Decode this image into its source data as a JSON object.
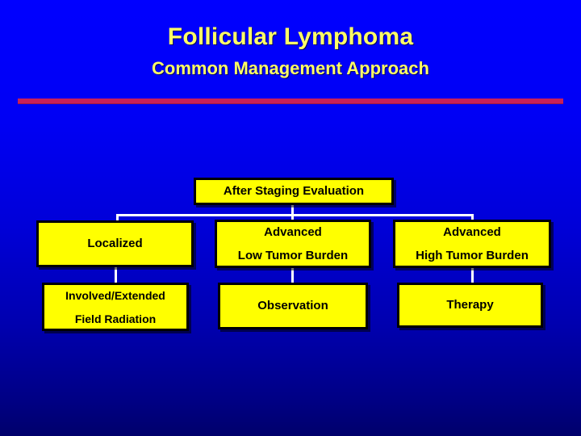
{
  "slide": {
    "title": "Follicular Lymphoma",
    "subtitle": "Common Management  Approach",
    "title_color": "#ffff66",
    "rule_color": "#c8205a",
    "background_top_color": "#0000ff",
    "background_bottom_color": "#00006b"
  },
  "chart_data": {
    "type": "flowchart",
    "node_fill_color": "#ffff00",
    "node_border_color": "#000000",
    "connector_color": "#ffffff",
    "nodes": [
      {
        "id": "root",
        "line1": "After Staging Evaluation",
        "line2": ""
      },
      {
        "id": "localized",
        "line1": "Localized",
        "line2": ""
      },
      {
        "id": "low_burden",
        "line1": "Advanced",
        "line2": "Low Tumor Burden"
      },
      {
        "id": "high_burden",
        "line1": "Advanced",
        "line2": "High Tumor Burden"
      },
      {
        "id": "radiation",
        "line1": "Involved/Extended",
        "line2": "Field Radiation"
      },
      {
        "id": "observation",
        "line1": "Observation",
        "line2": ""
      },
      {
        "id": "therapy",
        "line1": "Therapy",
        "line2": ""
      }
    ],
    "edges": [
      {
        "from": "root",
        "to": "localized"
      },
      {
        "from": "root",
        "to": "low_burden"
      },
      {
        "from": "root",
        "to": "high_burden"
      },
      {
        "from": "localized",
        "to": "radiation"
      },
      {
        "from": "low_burden",
        "to": "observation"
      },
      {
        "from": "high_burden",
        "to": "therapy"
      }
    ]
  }
}
